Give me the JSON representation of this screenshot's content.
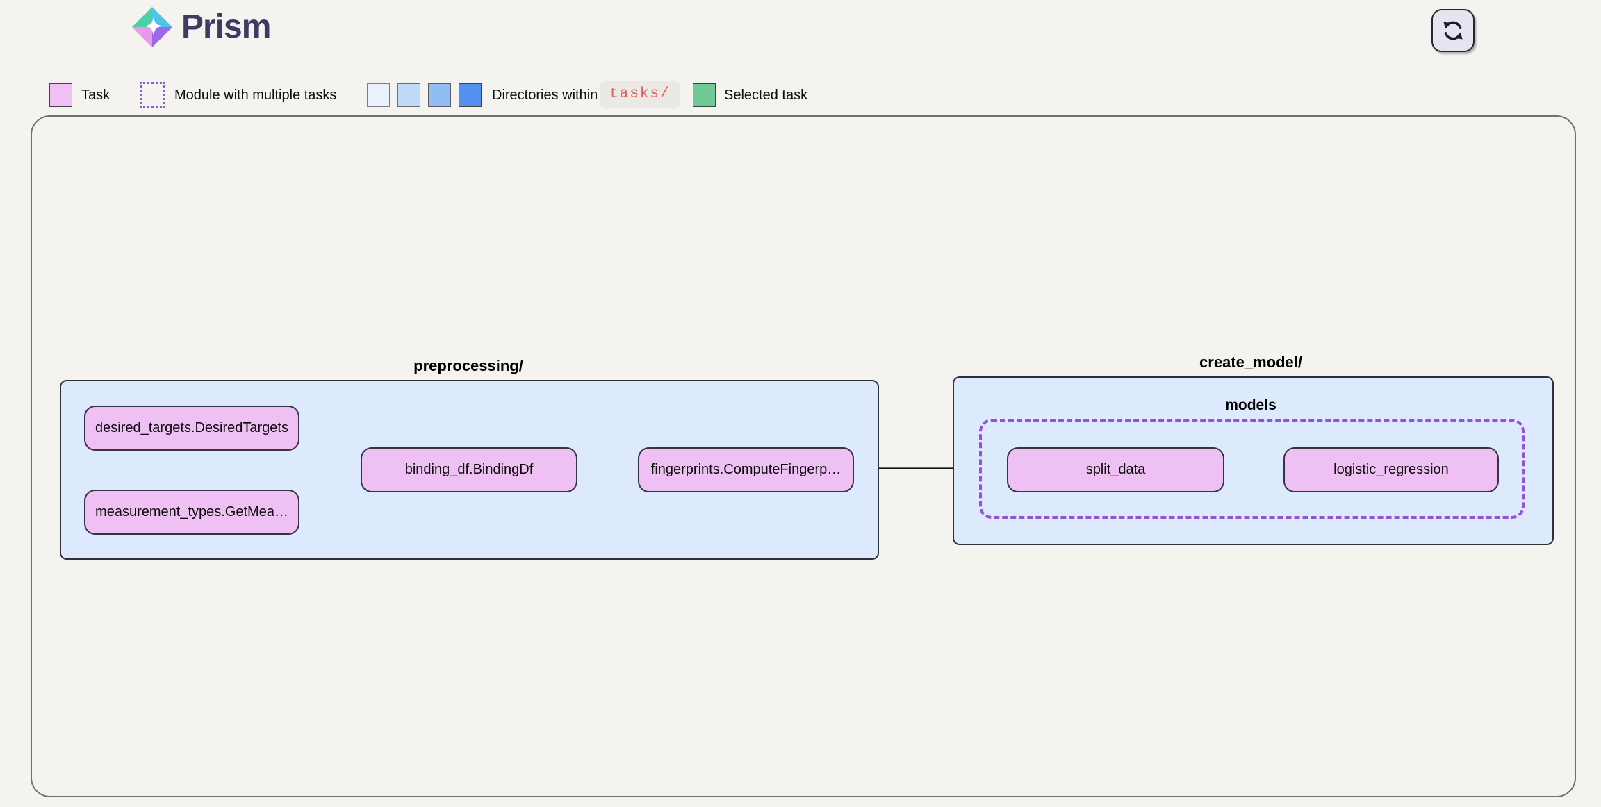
{
  "app": {
    "brand": "Prism"
  },
  "icons": {
    "logo": "prism-diamond-logo",
    "refresh": "refresh-cycle-icon"
  },
  "legend": {
    "task_label": "Task",
    "module_label": "Module with multiple tasks",
    "directories_label": "Directories within",
    "directories_code": "tasks/",
    "selected_label": "Selected task"
  },
  "colors": {
    "task_fill": "#efc0f3",
    "module_border": "#9353d6",
    "directory_shades": [
      "#e9f1fd",
      "#c2daf9",
      "#92bcf4",
      "#5490ef"
    ],
    "selected_fill": "#6fca96",
    "group_fill": "#dde9fc"
  },
  "graph": {
    "groups": [
      {
        "label": "preprocessing/",
        "nodes": [
          {
            "label": "desired_targets.DesiredTargets"
          },
          {
            "label": "measurement_types.GetMea…"
          },
          {
            "label": "binding_df.BindingDf"
          },
          {
            "label": "fingerprints.ComputeFingerp…"
          }
        ]
      },
      {
        "label": "create_model/",
        "module": {
          "label": "models",
          "nodes": [
            {
              "label": "split_data"
            },
            {
              "label": "logistic_regression"
            }
          ]
        }
      }
    ],
    "edges": [
      {
        "from": "desired_targets.DesiredTargets",
        "to": "binding_df.BindingDf"
      },
      {
        "from": "measurement_types.GetMea…",
        "to": "binding_df.BindingDf"
      },
      {
        "from": "binding_df.BindingDf",
        "to": "fingerprints.ComputeFingerp…"
      },
      {
        "from": "fingerprints.ComputeFingerp…",
        "to": "split_data"
      },
      {
        "from": "split_data",
        "to": "logistic_regression"
      }
    ]
  }
}
